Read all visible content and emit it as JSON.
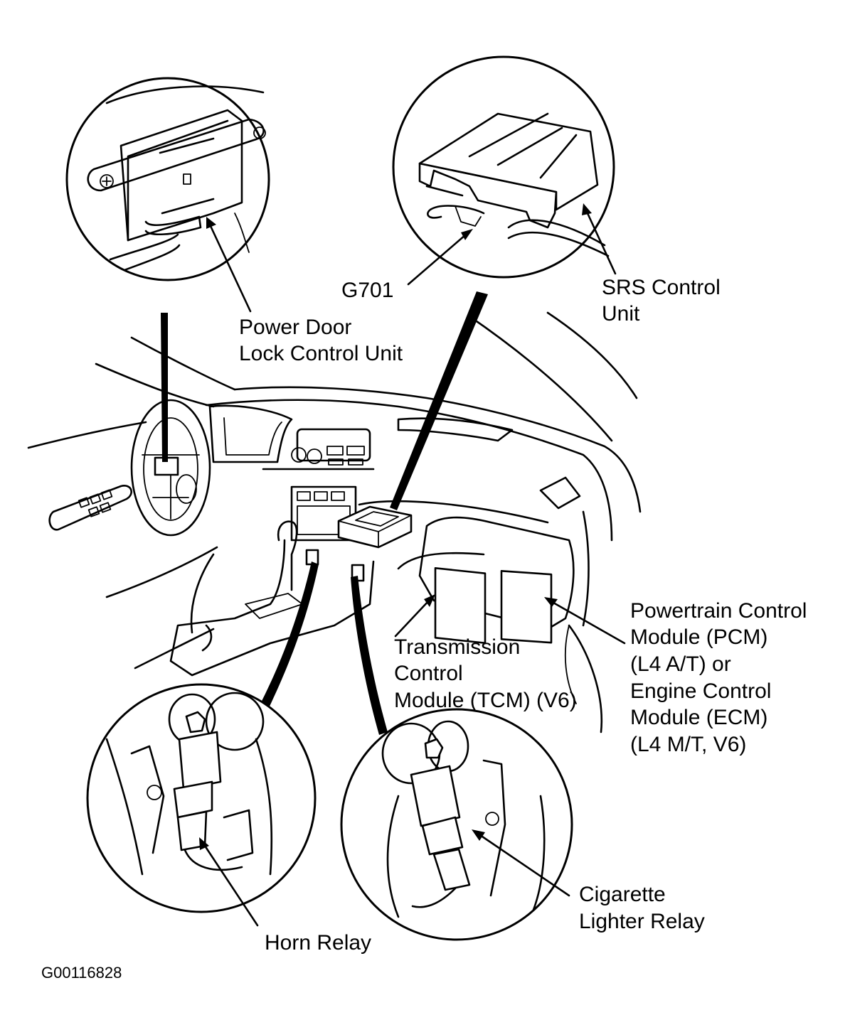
{
  "callouts": {
    "power_door_lock": [
      "Power Door",
      "Lock Control Unit"
    ],
    "g701": "G701",
    "srs_control_unit": [
      "SRS Control",
      "Unit"
    ],
    "tcm": [
      "Transmission",
      "Control",
      "Module (TCM) (V6)"
    ],
    "pcm_ecm": [
      "Powertrain Control",
      "Module (PCM)",
      "(L4 A/T) or",
      "Engine Control",
      "Module (ECM)",
      "(L4 M/T, V6)"
    ],
    "horn_relay": "Horn Relay",
    "cigarette_lighter_relay": [
      "Cigarette",
      "Lighter Relay"
    ]
  },
  "figure_code": "G00116828"
}
